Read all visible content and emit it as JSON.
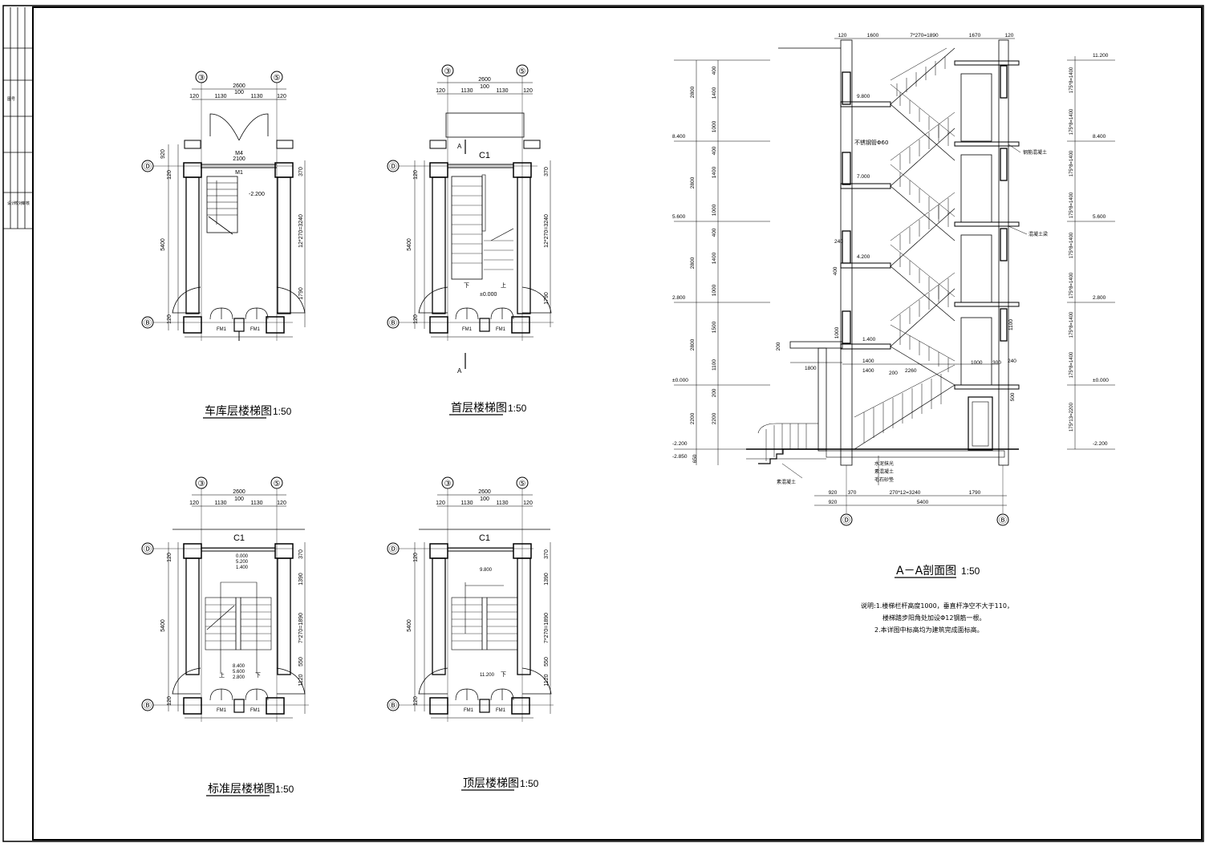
{
  "sheet": {
    "title_block_marks": [
      "图号",
      "设计",
      "校对",
      "审核"
    ]
  },
  "plans": [
    {
      "title": "车库层楼梯图",
      "scale": "1:50",
      "axis_top": [
        "③",
        "⑤"
      ],
      "axis_side": [
        "Ⓓ",
        "Ⓑ"
      ],
      "dims_top": [
        "2600",
        "120",
        "1130",
        "100",
        "1130",
        "120"
      ],
      "dims_left": [
        "920",
        "120",
        "5400",
        "120"
      ],
      "dims_right": [
        "370",
        "12*270=3240",
        "1790"
      ],
      "labels": [
        "M4",
        "2100",
        "M1",
        "-2.200",
        "FM1",
        "FM1"
      ]
    },
    {
      "title": "首层楼梯图",
      "scale": "1:50",
      "axis_top": [
        "③",
        "⑤"
      ],
      "axis_side": [
        "Ⓓ",
        "Ⓑ"
      ],
      "dims_top": [
        "2600",
        "120",
        "1130",
        "100",
        "1130",
        "120"
      ],
      "dims_left": [
        "120",
        "5400",
        "120"
      ],
      "dims_right": [
        "370",
        "12*270=3240",
        "1790"
      ],
      "labels": [
        "C1",
        "A",
        "A",
        "下",
        "上",
        "±0.000",
        "FM1",
        "FM1"
      ]
    },
    {
      "title": "标准层楼梯图",
      "scale": "1:50",
      "axis_top": [
        "③",
        "⑤"
      ],
      "axis_side": [
        "Ⓓ",
        "Ⓑ"
      ],
      "dims_top": [
        "2600",
        "120",
        "1130",
        "100",
        "1130",
        "120"
      ],
      "dims_left": [
        "120",
        "5400",
        "120"
      ],
      "dims_right": [
        "370",
        "1390",
        "7*270=1890",
        "550",
        "1120"
      ],
      "labels": [
        "C1",
        "0.000",
        "5.200",
        "1.400",
        "8.400",
        "5.600",
        "2.800",
        "上",
        "下",
        "FM1",
        "FM1"
      ]
    },
    {
      "title": "顶层楼梯图",
      "scale": "1:50",
      "axis_top": [
        "③",
        "⑤"
      ],
      "axis_side": [
        "Ⓓ",
        "Ⓑ"
      ],
      "dims_top": [
        "2600",
        "120",
        "1130",
        "100",
        "1130",
        "120"
      ],
      "dims_left": [
        "120",
        "5400",
        "120"
      ],
      "dims_right": [
        "370",
        "1390",
        "7*270=1890",
        "550",
        "1120"
      ],
      "labels": [
        "C1",
        "9.800",
        "11.200",
        "下",
        "FM1",
        "FM1"
      ]
    }
  ],
  "section": {
    "title": "A－A剖面图",
    "scale": "1:50",
    "dims_top": [
      "120",
      "1600",
      "7*270=1890",
      "1670",
      "120"
    ],
    "levels_left": [
      "8.400",
      "5.600",
      "2.800",
      "±0.000",
      "-2.200",
      "-2.850"
    ],
    "levels_right": [
      "11.200",
      "8.400",
      "5.600",
      "2.800",
      "±0.000",
      "-2.200"
    ],
    "dims_left_outer": [
      "2800",
      "2800",
      "2800",
      "2800",
      "2200"
    ],
    "dims_left_inner": [
      "400",
      "1400",
      "1000",
      "400",
      "1400",
      "1000",
      "400",
      "1400",
      "1000",
      "1500",
      "1100",
      "200",
      "2200",
      "650"
    ],
    "dims_right": [
      "175*8=1400",
      "175*8=1400",
      "175*8=1400",
      "175*8=1400",
      "175*8=1400",
      "175*8=1400",
      "175*8=1400",
      "175*8=1400",
      "175*13=2200"
    ],
    "landing_levels": [
      "9.800",
      "7.000",
      "4.200",
      "1.400"
    ],
    "notes_in": [
      "不锈钢管Φ60",
      "钢筋混凝土",
      "混凝土梁"
    ],
    "dims_inner": [
      "240",
      "400",
      "1000",
      "200",
      "1400",
      "1800",
      "1400",
      "200",
      "2260",
      "1000",
      "300",
      "240",
      "1100",
      "500"
    ],
    "ground_notes": [
      "水泥抹光",
      "素混凝土",
      "毛石砂垫"
    ],
    "ground_label": "素混凝土",
    "dims_bottom": [
      "920",
      "370",
      "270*12=3240",
      "1790",
      "920",
      "5400"
    ],
    "axis_bottom": [
      "Ⓓ",
      "Ⓑ"
    ]
  },
  "notes": [
    "说明:1.楼梯栏杆高度1000，垂直杆净空不大于110，",
    "楼梯踏步阳角处加设Φ12钢筋一根。",
    "2.本详图中标高均为建筑完成面标高。"
  ]
}
